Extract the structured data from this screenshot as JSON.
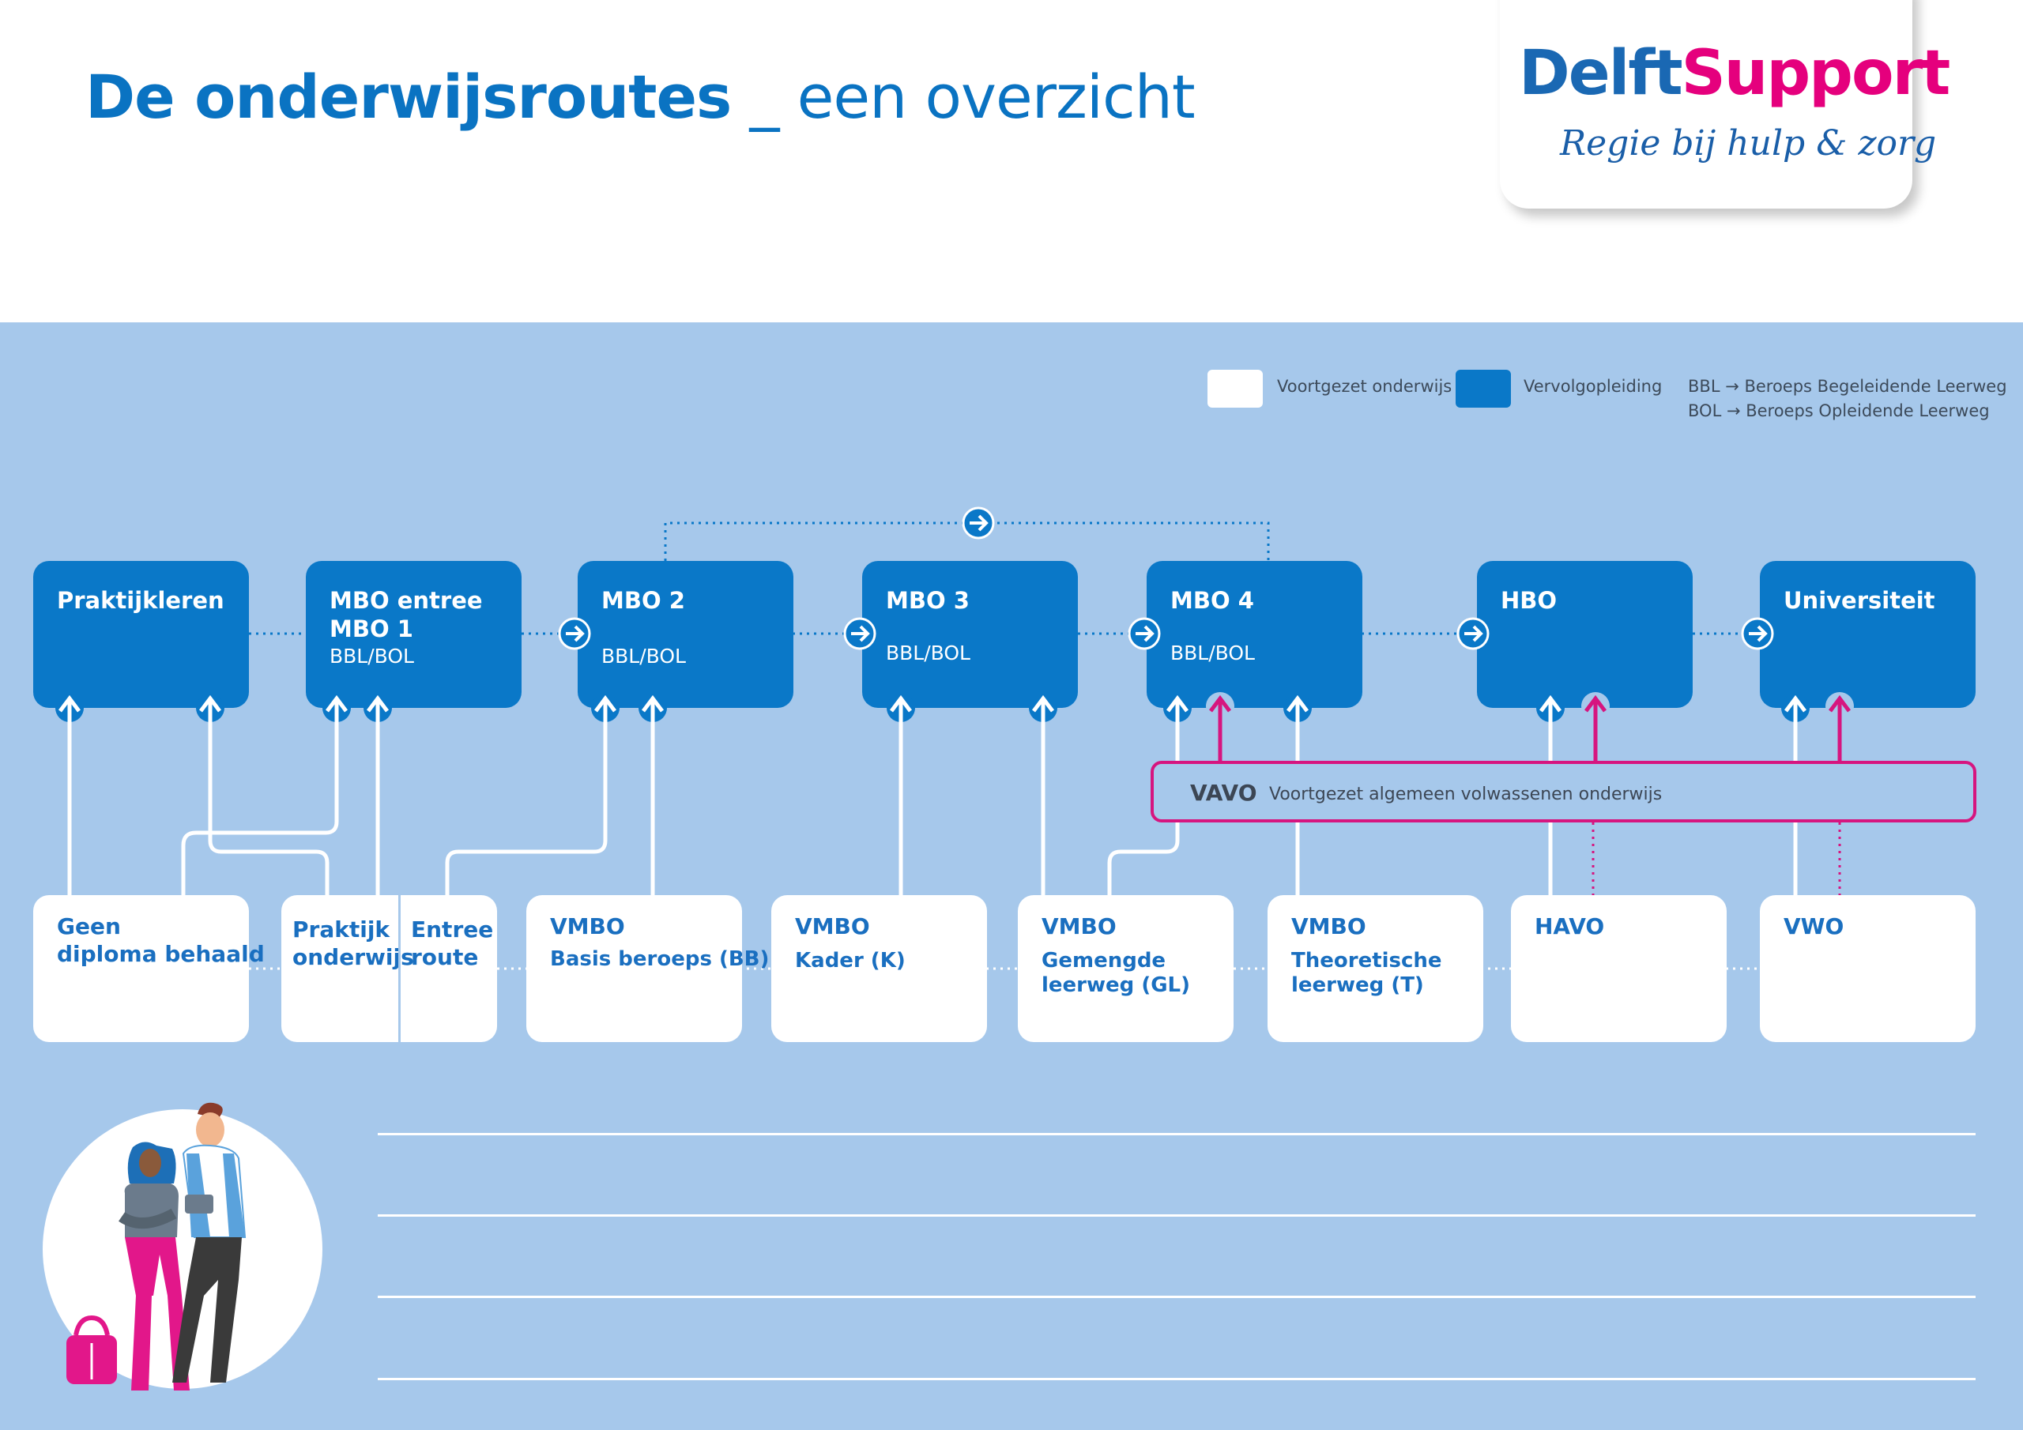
{
  "header": {
    "title_bold": "De onderwijsroutes",
    "title_light": "_ een overzicht"
  },
  "logo": {
    "name_part1": "Delft",
    "name_part2": "Support",
    "tagline": "Regie bij hulp & zorg",
    "color_primary": "#1a68b3",
    "color_accent": "#e5007d"
  },
  "legend": {
    "secondary": {
      "label": "Voortgezet onderwijs",
      "color": "#ffffff"
    },
    "further": {
      "label": "Vervolgopleiding",
      "color": "#0a78c8"
    },
    "bbl": "BBL → Beroeps Begeleidende Leerweg",
    "bol": "BOL → Beroeps Opleidende Leerweg"
  },
  "further_education": [
    {
      "title": "Praktijkleren",
      "sub": ""
    },
    {
      "title": "MBO entree\nMBO 1",
      "sub": "BBL/BOL"
    },
    {
      "title": "MBO 2",
      "sub": "BBL/BOL"
    },
    {
      "title": "MBO 3",
      "sub": "BBL/BOL"
    },
    {
      "title": "MBO 4",
      "sub": "BBL/BOL"
    },
    {
      "title": "HBO",
      "sub": ""
    },
    {
      "title": "Universiteit",
      "sub": ""
    }
  ],
  "secondary_education": [
    {
      "title": "Geen\ndiploma behaald",
      "sub": ""
    },
    {
      "title": "Praktijk\nonderwijs",
      "sub": ""
    },
    {
      "title": "Entree\nroute",
      "sub": ""
    },
    {
      "title": "VMBO",
      "sub": "Basis beroeps (BB)"
    },
    {
      "title": "VMBO",
      "sub": "Kader (K)"
    },
    {
      "title": "VMBO",
      "sub": "Gemengde\nleerweg (GL)"
    },
    {
      "title": "VMBO",
      "sub": "Theoretische\nleerweg (T)"
    },
    {
      "title": "HAVO",
      "sub": ""
    },
    {
      "title": "VWO",
      "sub": ""
    }
  ],
  "vavo": {
    "code": "VAVO",
    "description": "Voortgezet algemeen volwassenen onderwijs",
    "color": "#d6157f"
  },
  "colors": {
    "band": "#a6c8eb",
    "dark_box": "#0a78c8",
    "arrow": "#ffffff",
    "dotted": "#0a78c8"
  }
}
